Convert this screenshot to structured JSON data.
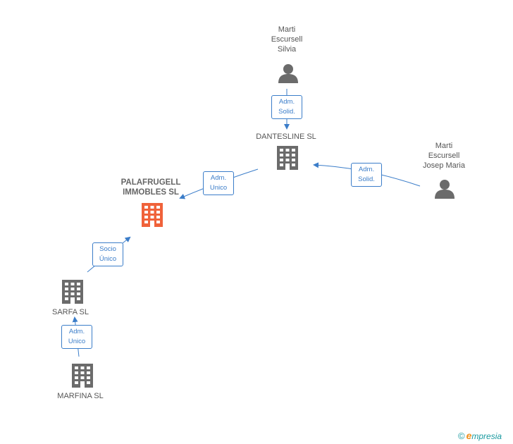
{
  "colors": {
    "edge": "#3b7dc9",
    "icon": "#6b6b6b",
    "main_icon": "#f0623a",
    "label": "#555555"
  },
  "nodes": {
    "silvia": {
      "name_lines": [
        "Marti",
        "Escursell",
        "Silvia"
      ],
      "icon": "person-icon"
    },
    "dantesline": {
      "name": "DANTESLINE SL",
      "icon": "building-icon"
    },
    "josep": {
      "name_lines": [
        "Marti",
        "Escursell",
        "Josep Maria"
      ],
      "icon": "person-icon"
    },
    "palafrugell": {
      "name_lines": [
        "PALAFRUGELL",
        "IMMOBLES SL"
      ],
      "icon": "building-icon"
    },
    "sarfa": {
      "name": "SARFA SL",
      "icon": "building-icon"
    },
    "marfina": {
      "name": "MARFINA SL",
      "icon": "building-icon"
    }
  },
  "edges": {
    "silvia_dantesline": [
      "Adm.",
      "Solid."
    ],
    "josep_dantesline": [
      "Adm.",
      "Solid."
    ],
    "dantesline_palafrugell": [
      "Adm.",
      "Unico"
    ],
    "sarfa_palafrugell": [
      "Socio",
      "Único"
    ],
    "marfina_sarfa": [
      "Adm.",
      "Unico"
    ]
  },
  "watermark": {
    "copyright": "©",
    "brand_initial": "e",
    "brand_rest": "mpresia"
  }
}
